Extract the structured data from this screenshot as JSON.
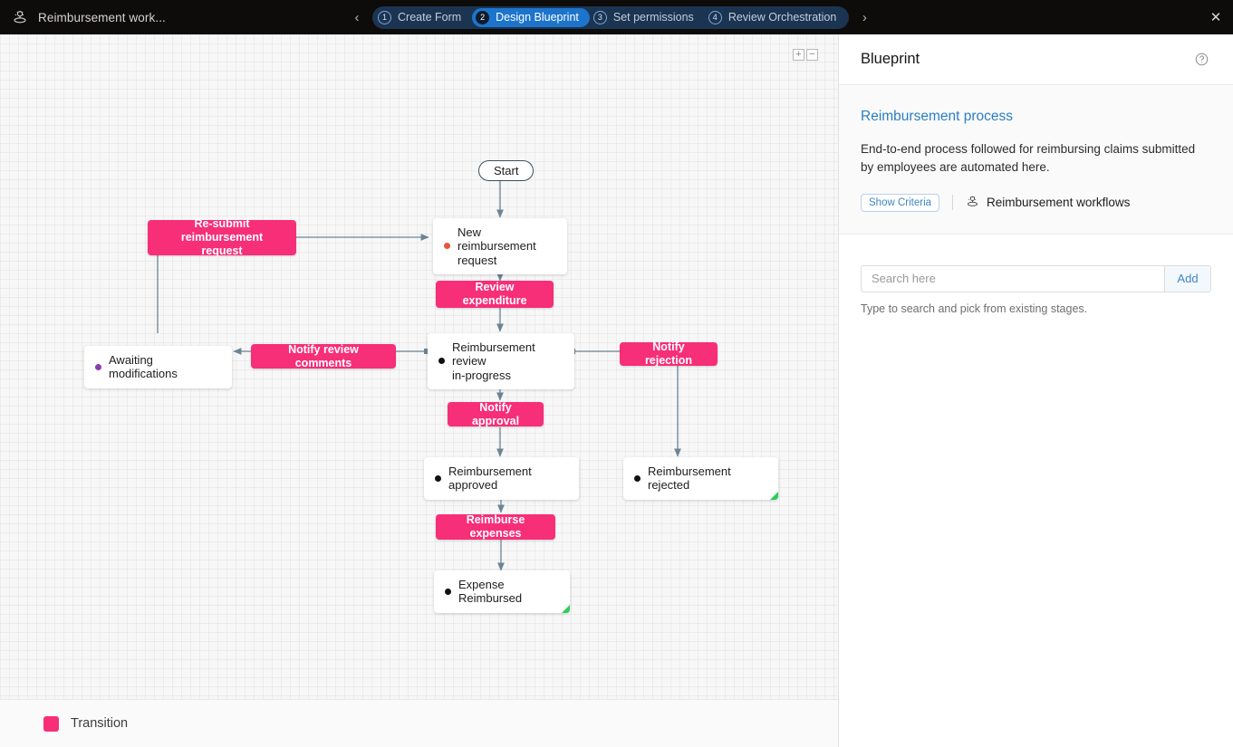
{
  "topbar": {
    "app_icon": "workflow-icon",
    "title": "Reimbursement work...",
    "prev_label": "‹",
    "next_label": "›",
    "close_label": "✕",
    "steps": [
      {
        "num": "1",
        "label": "Create Form",
        "active": false
      },
      {
        "num": "2",
        "label": "Design Blueprint",
        "active": true
      },
      {
        "num": "3",
        "label": "Set permissions",
        "active": false
      },
      {
        "num": "4",
        "label": "Review Orchestration",
        "active": false
      }
    ]
  },
  "canvas": {
    "zoom_in_label": "+",
    "zoom_out_label": "−",
    "start_label": "Start",
    "nodes": [
      {
        "id": "new-request",
        "label": "New reimbursement\nrequest",
        "dot": "#e8553c",
        "terminal": false
      },
      {
        "id": "review-progress",
        "label": "Reimbursement review\nin-progress",
        "dot": "#111111",
        "terminal": false
      },
      {
        "id": "awaiting-mods",
        "label": "Awaiting modifications",
        "dot": "#8b3fa8",
        "terminal": false
      },
      {
        "id": "approved",
        "label": "Reimbursement approved",
        "dot": "#111111",
        "terminal": false
      },
      {
        "id": "rejected",
        "label": "Reimbursement rejected",
        "dot": "#111111",
        "terminal": true
      },
      {
        "id": "reimbursed",
        "label": "Expense Reimbursed",
        "dot": "#111111",
        "terminal": true
      }
    ],
    "transitions": [
      {
        "id": "resubmit",
        "label": "Re-submit reimbursement\nrequest"
      },
      {
        "id": "review-exp",
        "label": "Review expenditure"
      },
      {
        "id": "notify-comments",
        "label": "Notify review comments"
      },
      {
        "id": "notify-reject",
        "label": "Notify rejection"
      },
      {
        "id": "notify-approval",
        "label": "Notify approval"
      },
      {
        "id": "reimburse-exp",
        "label": "Reimburse expenses"
      }
    ],
    "node_labels": {
      "new_request": "New reimbursement request",
      "new_request_l1": "New reimbursement",
      "new_request_l2": "request",
      "review_progress_l1": "Reimbursement review",
      "review_progress_l2": "in-progress",
      "awaiting": "Awaiting modifications",
      "approved": "Reimbursement approved",
      "rejected": "Reimbursement rejected",
      "reimbursed": "Expense Reimbursed"
    },
    "transition_labels": {
      "resubmit_l1": "Re-submit reimbursement",
      "resubmit_l2": "request",
      "review_expenditure": "Review expenditure",
      "notify_review_comments": "Notify review comments",
      "notify_rejection": "Notify rejection",
      "notify_approval": "Notify approval",
      "reimburse_expenses": "Reimburse expenses"
    }
  },
  "legend": {
    "swatch_color": "#f72e78",
    "label": "Transition"
  },
  "panel": {
    "title": "Blueprint",
    "help_icon": "help-circle-icon",
    "process_title": "Reimbursement process",
    "process_description": "End-to-end process followed for reimbursing claims submitted by employees are automated here.",
    "show_criteria_label": "Show Criteria",
    "workflow_icon": "workflow-icon",
    "workflow_label": "Reimbursement workflows",
    "search_placeholder": "Search here",
    "search_value": "",
    "add_label": "Add",
    "search_hint": "Type to search and pick from existing stages."
  },
  "colors": {
    "accent_pink": "#f72e78",
    "accent_blue": "#1d74cc",
    "terminal_green": "#2ecc5a",
    "topbar_bg": "#0e0c0a"
  }
}
